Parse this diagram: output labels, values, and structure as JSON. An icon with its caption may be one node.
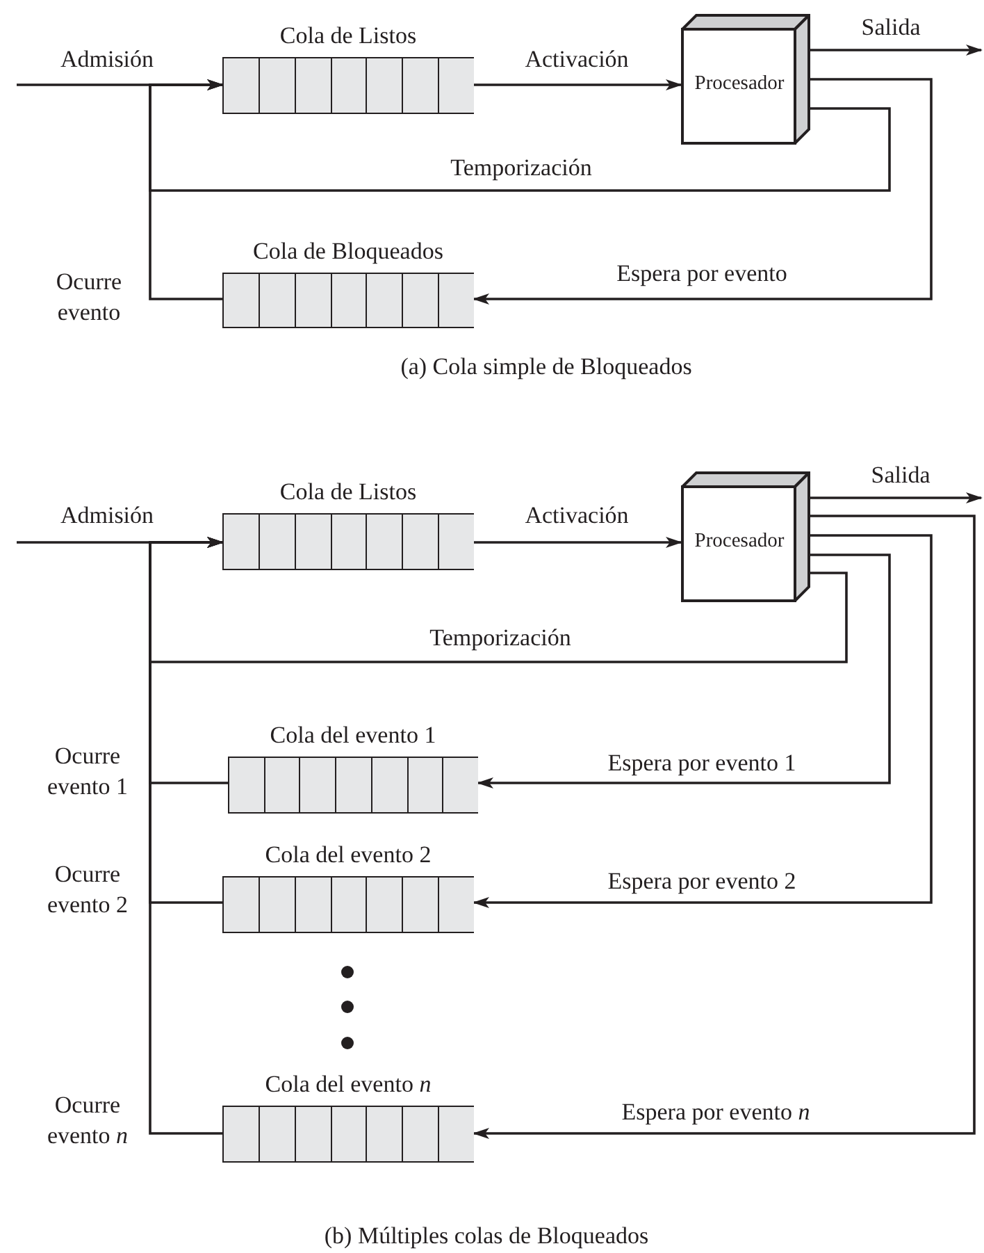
{
  "diagram": {
    "nodes": [
      {
        "text": [
          "Cola de Listos"
        ]
      },
      {
        "text": [
          "Procesador"
        ]
      },
      {
        "text": [
          "Cola de Bloqueados"
        ]
      },
      {
        "text": [
          "Cola de Listos"
        ]
      },
      {
        "text": [
          "Procesador"
        ]
      },
      {
        "text": [
          "Cola del evento 1"
        ]
      },
      {
        "text": [
          "Cola del evento 2"
        ]
      },
      {
        "text": [
          "Cola del evento *n*"
        ]
      }
    ],
    "edges": [
      {
        "from": null,
        "to": 0,
        "arrow": "to",
        "label": "Admisión"
      },
      {
        "from": 0,
        "to": 1,
        "arrow": "to",
        "label": "Activación"
      },
      {
        "from": 1,
        "to": null,
        "arrow": "to",
        "label": "Salida"
      },
      {
        "from": 1,
        "to": 0,
        "arrow": "to",
        "label": "Temporización"
      },
      {
        "from": 1,
        "to": 2,
        "arrow": "to",
        "label": "Espera por evento"
      },
      {
        "from": 2,
        "to": 0,
        "arrow": "to",
        "label": "Ocurre evento"
      },
      {
        "from": null,
        "to": 3,
        "arrow": "to",
        "label": "Admisión"
      },
      {
        "from": 3,
        "to": 4,
        "arrow": "to",
        "label": "Activación"
      },
      {
        "from": 4,
        "to": null,
        "arrow": "to",
        "label": "Salida"
      },
      {
        "from": 4,
        "to": 3,
        "arrow": "to",
        "label": "Temporización"
      },
      {
        "from": 4,
        "to": 5,
        "arrow": "to",
        "label": "Espera por evento 1"
      },
      {
        "from": 4,
        "to": 6,
        "arrow": "to",
        "label": "Espera por evento 2"
      },
      {
        "from": 4,
        "to": 7,
        "arrow": "to",
        "label": "Espera por evento *n*"
      },
      {
        "from": 5,
        "to": 3,
        "arrow": "to",
        "label": "Ocurre evento 1"
      },
      {
        "from": 6,
        "to": 3,
        "arrow": "to",
        "label": "Ocurre evento 2"
      },
      {
        "from": 7,
        "to": 3,
        "arrow": "to",
        "label": "Ocurre evento *n*"
      }
    ],
    "labels": [
      "(a) Cola simple de Bloqueados",
      "(b) Múltiples colas de Bloqueados"
    ]
  }
}
